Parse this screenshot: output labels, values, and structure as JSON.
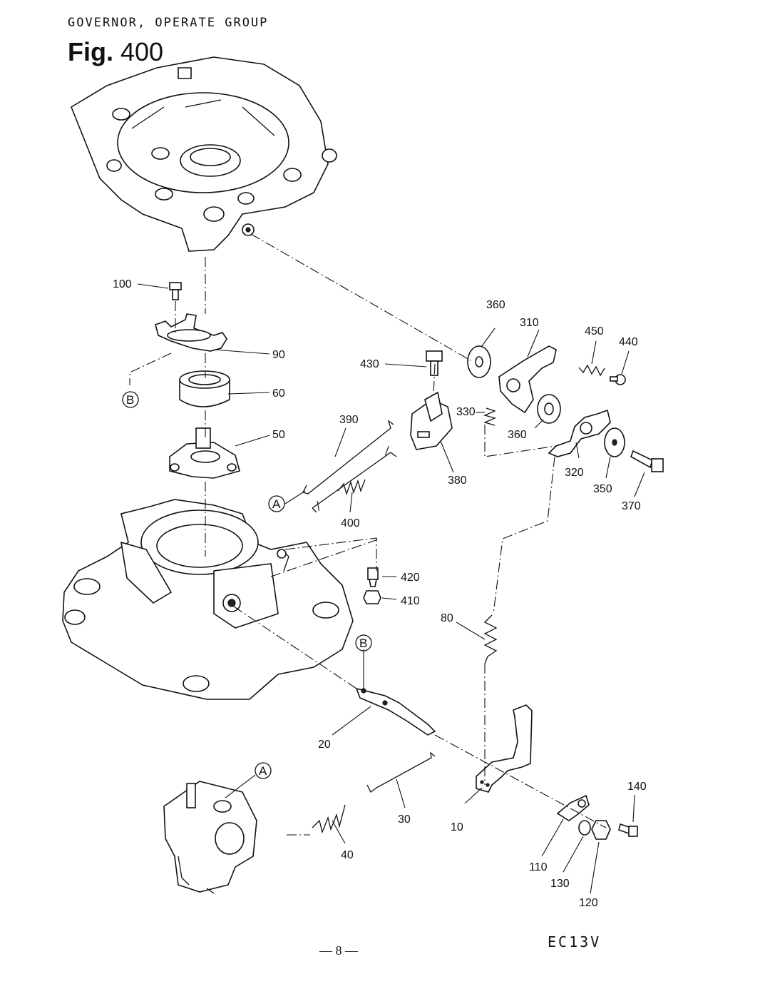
{
  "header": {
    "title": "GOVERNOR, OPERATE GROUP",
    "fig_prefix": "Fig.",
    "fig_number": "400"
  },
  "footer": {
    "page_number": "— 8 —",
    "model_code": "EC13V"
  },
  "callouts": [
    {
      "id": "c100",
      "label": "100"
    },
    {
      "id": "c90",
      "label": "90"
    },
    {
      "id": "c60",
      "label": "60"
    },
    {
      "id": "c50",
      "label": "50"
    },
    {
      "id": "c360a",
      "label": "360"
    },
    {
      "id": "c310",
      "label": "310"
    },
    {
      "id": "c450",
      "label": "450"
    },
    {
      "id": "c440",
      "label": "440"
    },
    {
      "id": "c430",
      "label": "430"
    },
    {
      "id": "c330",
      "label": "330"
    },
    {
      "id": "c360b",
      "label": "360"
    },
    {
      "id": "c390",
      "label": "390"
    },
    {
      "id": "c380",
      "label": "380"
    },
    {
      "id": "c320",
      "label": "320"
    },
    {
      "id": "c350",
      "label": "350"
    },
    {
      "id": "c370",
      "label": "370"
    },
    {
      "id": "c400",
      "label": "400"
    },
    {
      "id": "c420",
      "label": "420"
    },
    {
      "id": "c410",
      "label": "410"
    },
    {
      "id": "c80",
      "label": "80"
    },
    {
      "id": "c20",
      "label": "20"
    },
    {
      "id": "c30",
      "label": "30"
    },
    {
      "id": "c10",
      "label": "10"
    },
    {
      "id": "c40",
      "label": "40"
    },
    {
      "id": "c140",
      "label": "140"
    },
    {
      "id": "c110",
      "label": "110"
    },
    {
      "id": "c130",
      "label": "130"
    },
    {
      "id": "c120",
      "label": "120"
    }
  ],
  "reference_markers": [
    {
      "id": "refB1",
      "label": "B"
    },
    {
      "id": "refA1",
      "label": "A"
    },
    {
      "id": "refB2",
      "label": "B"
    },
    {
      "id": "refA2",
      "label": "A"
    }
  ]
}
